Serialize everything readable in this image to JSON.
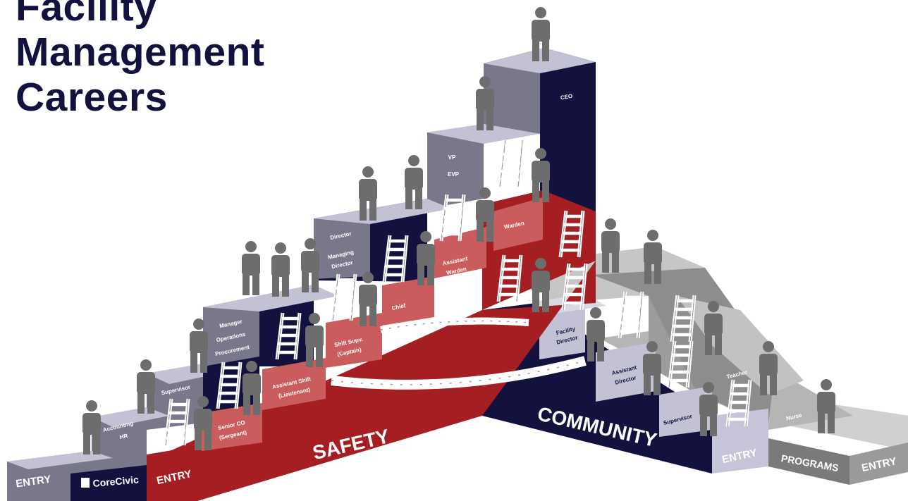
{
  "title": {
    "lines": [
      "Facility",
      "Management",
      "Careers"
    ]
  },
  "brand": {
    "logo_text": "CoreCivic"
  },
  "colors": {
    "navy": "#13123f",
    "red": "#a41e22",
    "top_gray": "#c3c1d4",
    "front_gray": "#6f6e80",
    "light_gray_top": "#c8c8c8",
    "gray_front": "#8c8c8c",
    "person": "#6d6d6d"
  },
  "tracks": {
    "safety": "SAFETY",
    "community": "COMMUNITY",
    "programs": "PROGRAMS"
  },
  "entries": {
    "corporate": "ENTRY",
    "safety": "ENTRY",
    "community": "ENTRY",
    "programs": "ENTRY"
  },
  "roles": {
    "corporate": [
      "Accounting",
      "HR",
      "Supervisor",
      "Manager",
      "Operations",
      "Procurement",
      "Director",
      "Managing",
      "Director",
      "VP",
      "EVP",
      "CEO"
    ],
    "safety": [
      "Senior CO",
      "(Sergeant)",
      "Assistant Shift",
      "(Lieutenant)",
      "Shift Supv.",
      "(Captain)",
      "Chief",
      "Assistant",
      "Warden",
      "Warden"
    ],
    "community": [
      "Facility",
      "Director",
      "Assistant",
      "Director",
      "Supervisor"
    ],
    "programs": [
      "Teacher",
      "Nurse"
    ]
  }
}
